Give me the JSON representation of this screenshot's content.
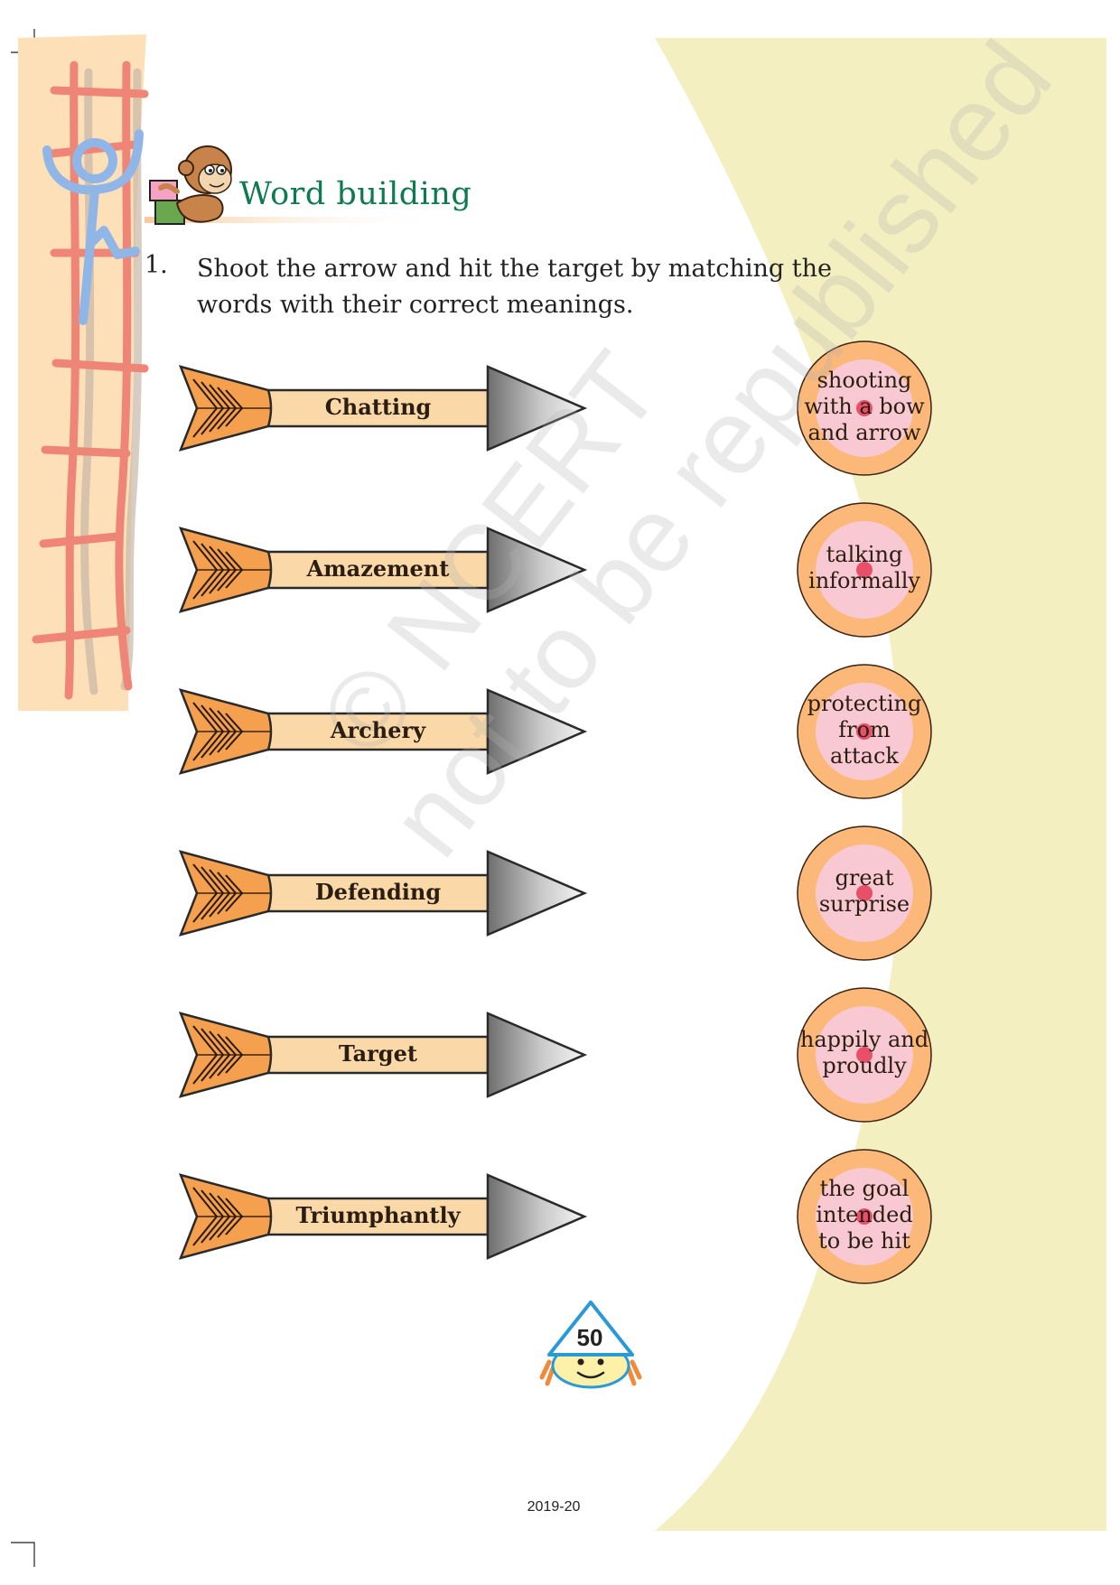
{
  "section": {
    "title": "Word building"
  },
  "question": {
    "number": "1.",
    "line1": "Shoot the arrow and hit the target by matching the",
    "line2": "words with their correct meanings."
  },
  "arrows": [
    {
      "word": "Chatting"
    },
    {
      "word": "Amazement"
    },
    {
      "word": "Archery"
    },
    {
      "word": "Defending"
    },
    {
      "word": "Target"
    },
    {
      "word": "Triumphantly"
    }
  ],
  "targets": [
    {
      "lines": [
        "shooting",
        "with a bow",
        "and arrow"
      ]
    },
    {
      "lines": [
        "talking",
        "informally"
      ]
    },
    {
      "lines": [
        "protecting",
        "from",
        "attack"
      ]
    },
    {
      "lines": [
        "great",
        "surprise"
      ]
    },
    {
      "lines": [
        "happily and",
        "proudly"
      ]
    },
    {
      "lines": [
        "the goal",
        "intended",
        "to be hit"
      ]
    }
  ],
  "page": {
    "number": "50",
    "footer": "2019-20"
  },
  "watermark": {
    "line1": "© NCERT",
    "line2": "not to be republished"
  },
  "colors": {
    "title": "#0d7a4f",
    "fletching": "#f4a04f",
    "shaft": "#fbd8a8",
    "target_outer": "#fbb878",
    "target_inner": "#f8c9d2",
    "bullseye": "#e8506a",
    "side_panel": "#f4efc0",
    "left_strip": "#fde0b8"
  }
}
